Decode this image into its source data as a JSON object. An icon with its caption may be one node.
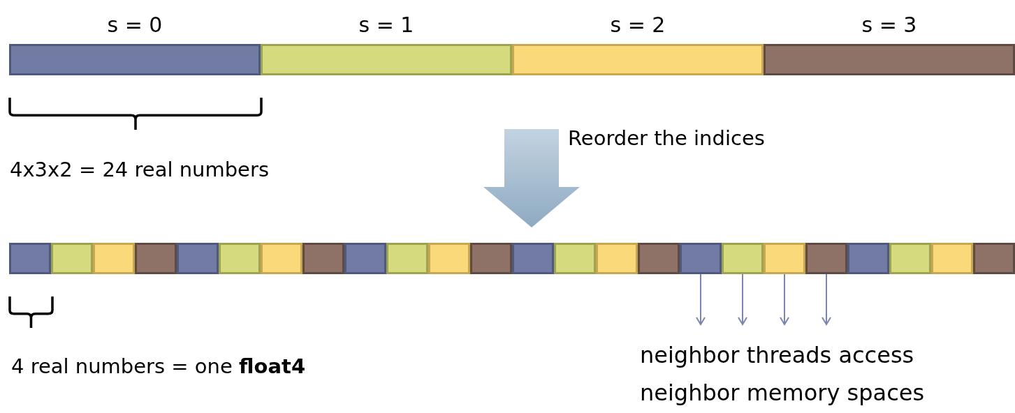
{
  "diagram": {
    "nodes": [
      {
        "text": [
          "s = 0"
        ]
      },
      {
        "text": [
          "s = 1"
        ]
      },
      {
        "text": [
          "s = 2"
        ]
      },
      {
        "text": [
          "s = 3"
        ]
      },
      {
        "text": [],
        "shape": "box"
      },
      {
        "text": [],
        "shape": "box"
      },
      {
        "text": [],
        "shape": "box"
      },
      {
        "text": [],
        "shape": "box"
      },
      {
        "text": [],
        "shape": "box"
      },
      {
        "text": [],
        "shape": "box"
      },
      {
        "text": [],
        "shape": "box"
      },
      {
        "text": [],
        "shape": "box"
      },
      {
        "text": [],
        "shape": "box"
      },
      {
        "text": [],
        "shape": "box"
      },
      {
        "text": [],
        "shape": "box"
      },
      {
        "text": [],
        "shape": "box"
      },
      {
        "text": [],
        "shape": "box"
      },
      {
        "text": [],
        "shape": "box"
      },
      {
        "text": [],
        "shape": "box"
      },
      {
        "text": [],
        "shape": "box"
      },
      {
        "text": [],
        "shape": "box"
      },
      {
        "text": [],
        "shape": "box"
      },
      {
        "text": [],
        "shape": "box"
      },
      {
        "text": [],
        "shape": "box"
      },
      {
        "text": [],
        "shape": "box"
      },
      {
        "text": [],
        "shape": "box"
      },
      {
        "text": [],
        "shape": "box"
      },
      {
        "text": [],
        "shape": "box"
      }
    ],
    "edges": [
      {
        "from": 20,
        "to": null,
        "arrow": "to"
      },
      {
        "from": 21,
        "to": null,
        "arrow": "to"
      },
      {
        "from": 22,
        "to": null,
        "arrow": "to"
      },
      {
        "from": 23,
        "to": null,
        "arrow": "to"
      }
    ],
    "labels": [
      "Reorder the indices",
      "4x3x2 = 24 real numbers",
      "4 real numbers = one **float4**",
      "neighbor threads access neighbor memory spaces"
    ]
  }
}
